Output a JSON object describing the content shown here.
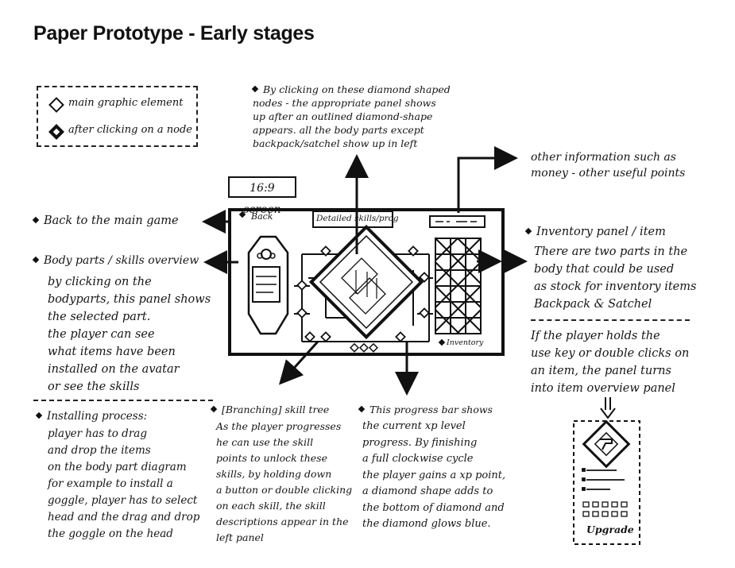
{
  "title": "Paper Prototype - Early stages",
  "legend": {
    "main_element": "main graphic element",
    "after_click": "after clicking on a node"
  },
  "screen_label": "16:9 screen",
  "mockup": {
    "back_label": "Back",
    "detailed_label": "Detailed skills/prog",
    "inventory_label": "Inventory"
  },
  "notes": {
    "diamond_nodes": "By clicking on these diamond shaped\nnodes - the appropriate panel shows\nup after an outlined diamond-shape\nappears. all the body parts except\nbackpack/satchel show up in left",
    "other_info": "other information such as\nmoney - other useful points",
    "back": "Back to the main game",
    "bodyparts_title": "Body parts / skills overview",
    "bodyparts_body": "by clicking on the\nbodyparts, this panel shows\nthe selected part.\nthe player can see\nwhat items have been\ninstalled on the avatar\nor see the skills",
    "inventory_title": "Inventory panel / item",
    "inventory_body": "There are two parts in the\nbody that could be used\nas stock for inventory items\nBackpack & Satchel",
    "inventory_use": "If the player holds the\nuse key or double clicks on\nan item, the panel turns\ninto item overview panel",
    "installing_title": "Installing process:",
    "installing_body": "player has to drag\nand drop the items\non the body part diagram\nfor example to install a\ngoggle, player has to select\nhead and the drag and drop\nthe goggle on the head",
    "skilltree_title": "[Branching] skill tree",
    "skilltree_body": "As the player progresses\nhe can use the skill\npoints to unlock these\nskills, by holding down\na button or double clicking\non each skill, the skill\ndescriptions appear in the\nleft panel",
    "progress_title": "This progress bar shows",
    "progress_body": "the current xp level\nprogress. By finishing\na full clockwise cycle\nthe player gains a xp point,\na diamond shape adds to\nthe bottom of diamond and\nthe diamond glows blue.",
    "upgrade": "Upgrade"
  }
}
